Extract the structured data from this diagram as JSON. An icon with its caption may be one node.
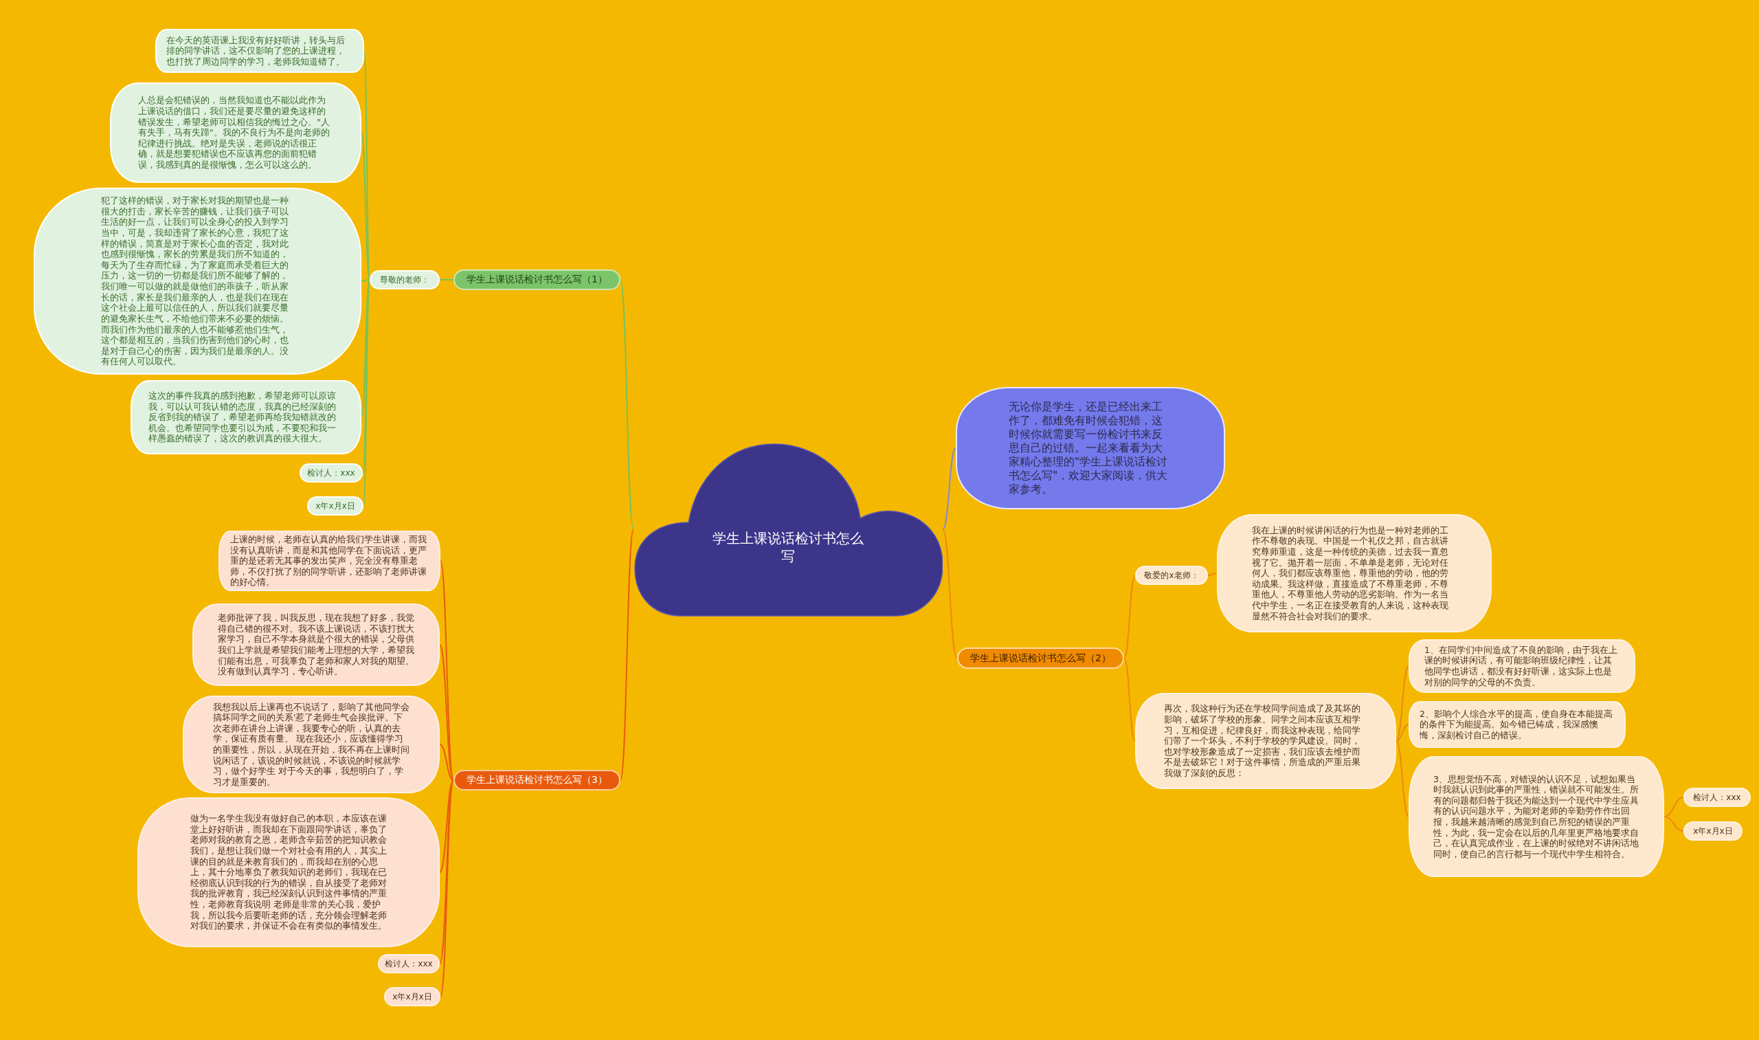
{
  "diagram": {
    "nodes": [
      {
        "text": [
          "学生上课说话检讨书怎么写"
        ]
      },
      {
        "text": [
          "无论你是学生，还是已经出来工作了，都难免有时候会犯错，这时候你就需要写一份检讨书来反思自己的过错。一起来看看为大家精心整理的\"学生上课说话检讨书怎么写\"，欢迎大家阅读，供大家参考。"
        ]
      },
      {
        "text": [
          "学生上课说话检讨书怎么写（1）"
        ]
      },
      {
        "text": [
          "尊敬的老师："
        ]
      },
      {
        "text": [
          "在今天的英语课上我没有好好听讲，转头与后排的同学讲话，这不仅影响了您的上课进程，也打扰了周边同学的学习，老师我知道错了。"
        ]
      },
      {
        "text": [
          "人总是会犯错误的，当然我知道也不能以此作为上课说话的借口，我们还是要尽量的避免这样的错误发生，希望老师可以相信我的悔过之心。\"人有失手，马有失蹄\"。我的不良行为不是向老师的纪律进行挑战。绝对是失误，老师说的话很正确，就是想要犯错误也不应该再您的面前犯错误，我感到真的是很惭愧，怎么可以这么的。"
        ]
      },
      {
        "text": [
          "犯了这样的错误，对于家长对我的期望也是一种很大的打击，家长辛苦的赚钱，让我们孩子可以生活的好一点，让我们可以全身心的投入到学习当中，可是，我却违背了家长的心意，我犯了这样的错误，简直是对于家长心血的否定，我对此也感到很惭愧，家长的劳累是我们所不知道的，每天为了生存而忙碌，为了家庭而承受着巨大的压力，这一切的一切都是我们所不能够了解的，我们唯一可以做的就是做他们的乖孩子，听从家长的话，家长是我们最亲的人，也是我们在现在这个社会上最可以信任的人，所以我们就要尽量的避免家长生气，不给他们带来不必要的烦恼。而我们作为他们最亲的人也不能够惹他们生气，这个都是相互的，当我们伤害到他们的心时，也是对于自己心的伤害，因为我们是最亲的人。没有任何人可以取代。"
        ]
      },
      {
        "text": [
          "这次的事件我真的感到抱歉，希望老师可以原谅我，可以认可我认错的态度，我真的已经深刻的反省到我的错误了，希望老师再给我知错就改的机会。也希望同学也要引以为戒，不要犯和我一样愚蠢的错误了，这次的教训真的很大很大。"
        ]
      },
      {
        "text": [
          "检讨人：xxx"
        ]
      },
      {
        "text": [
          "x年x月x日"
        ]
      },
      {
        "text": [
          "学生上课说话检讨书怎么写（2）"
        ]
      },
      {
        "text": [
          "敬爱的x老师："
        ]
      },
      {
        "text": [
          "我在上课的时候讲闲话的行为也是一种对老师的工作不尊敬的表现。中国是一个礼仪之邦，自古就讲究尊师重道，这是一种传统的美德，过去我一直忽视了它。抛开着一层面，不单单是老师，无论对任何人，我们都应该尊重他，尊重他的劳动，他的劳动成果。我这样做，直接造成了不尊重老师，不尊重他人，不尊重他人劳动的恶劣影响。作为一名当代中学生，一名正在接受教育的人来说，这种表现显然不符合社会对我们的要求。"
        ]
      },
      {
        "text": [
          "再次，我这种行为还在学校同学间造成了及其坏的影响，破坏了学校的形象。同学之间本应该互相学习，互相促进，纪律良好，而我这种表现，给同学们带了一个坏头，不利于学校的学风建设。同时，也对学校形象造成了一定损害，我们应该去维护而不是去破坏它！对于这件事情，所造成的严重后果我做了深刻的反思："
        ]
      },
      {
        "text": [
          "1、在同学们中间造成了不良的影响，由于我在上课的时候讲闲话，有可能影响班级纪律性，让其他同学也讲话，都没有好好听课，这实际上也是对别的同学的父母的不负责。"
        ]
      },
      {
        "text": [
          "2、影响个人综合水平的提高，使自身在本能提高的条件下为能提高。如今错已铸成，我深感懊悔，深刻检讨自己的错误。"
        ]
      },
      {
        "text": [
          "3、思想觉悟不高，对错误的认识不足，试想如果当时我就认识到此事的严重性，错误就不可能发生。所有的问题都归咎于我还为能达到一个现代中学生应具有的认识问题水平，为能对老师的辛勤劳作作出回报，我越来越清晰的感觉到自己所犯的错误的严重性，为此，我一定会在以后的几年里更严格地要求自己，在认真完成作业，在上课的时候绝对不讲闲话地同时，使自己的言行都与一个现代中学生相符合。"
        ]
      },
      {
        "text": [
          "检讨人：xxx"
        ]
      },
      {
        "text": [
          "x年x月x日"
        ]
      },
      {
        "text": [
          "学生上课说话检讨书怎么写（3）"
        ]
      },
      {
        "text": [
          "上课的时候，老师在认真的给我们学生讲课，而我没有认真听讲，而是和其他同学在下面说话，更严重的是还若无其事的发出笑声，完全没有尊重老师，不仅打扰了别的同学听讲，还影响了老师讲课的好心情。"
        ]
      },
      {
        "text": [
          "老师批评了我，叫我反思，现在我想了好多，我觉得自己错的很不对。我不该上课说话，不该打扰大家学习，自己不学本身就是个很大的错误，父母供我们上学就是希望我们能考上理想的大学，希望我们能有出息，可我辜负了老师和家人对我的期望。没有做到认真学习，专心听讲。"
        ]
      },
      {
        "text": [
          "我想我以后上课再也不说话了，影响了其他同学会搞坏同学之间的关系'惹了老师生气会挨批评。下次老师在讲台上讲课，我要专心的听，认真的去学，保证有质有量。 现在我还小，应该懂得学习的重要性，所以，从现在开始，我不再在上课时间说闲话了，该说的时候就说，不该说的时候就学习，做个好学生 对于今天的事，我想明白了，学习才是重要的。"
        ]
      },
      {
        "text": [
          "做为一名学生我没有做好自己的本职，本应该在课堂上好好听讲，而我却在下面跟同学讲话，辜负了老师对我的教育之恩，老师含辛茹苦的把知识教会我们，是想让我们做一个对社会有用的人，其实上课的目的就是来教育我们的，而我却在别的心思上，其十分地辜负了教我知识的老师们，我现在已经彻底认识到我的行为的错误，自从接受了老师对我的批评教育，我已经深刻认识到这件事情的严重性，老师教育我说明 老师是非常的关心我，爱护我，所以我今后要听老师的话，充分领会理解老师对我们的要求，并保证不会在有类似的事情发生。"
        ]
      },
      {
        "text": [
          "检讨人：xxx"
        ]
      },
      {
        "text": [
          "x年x月x日"
        ]
      }
    ],
    "edges": [
      {
        "from": 0,
        "to": 1,
        "arrow": "none",
        "color": "#8b87c9"
      },
      {
        "from": 0,
        "to": 2,
        "arrow": "none",
        "color": "#78c25a"
      },
      {
        "from": 2,
        "to": 3,
        "arrow": "none",
        "color": "#78c25a"
      },
      {
        "from": 3,
        "to": 4,
        "arrow": "none",
        "color": "#78c25a"
      },
      {
        "from": 3,
        "to": 5,
        "arrow": "none",
        "color": "#78c25a"
      },
      {
        "from": 3,
        "to": 6,
        "arrow": "none",
        "color": "#78c25a"
      },
      {
        "from": 3,
        "to": 7,
        "arrow": "none",
        "color": "#78c25a"
      },
      {
        "from": 3,
        "to": 8,
        "arrow": "none",
        "color": "#78c25a"
      },
      {
        "from": 3,
        "to": 9,
        "arrow": "none",
        "color": "#78c25a"
      },
      {
        "from": 0,
        "to": 10,
        "arrow": "none",
        "color": "#ec8a12"
      },
      {
        "from": 10,
        "to": 11,
        "arrow": "none",
        "color": "#ec8a12"
      },
      {
        "from": 10,
        "to": 13,
        "arrow": "none",
        "color": "#ec8a12"
      },
      {
        "from": 11,
        "to": 12,
        "arrow": "none",
        "color": "#ec8a12"
      },
      {
        "from": 13,
        "to": 14,
        "arrow": "none",
        "color": "#ec8a12"
      },
      {
        "from": 13,
        "to": 15,
        "arrow": "none",
        "color": "#ec8a12"
      },
      {
        "from": 13,
        "to": 16,
        "arrow": "none",
        "color": "#ec8a12"
      },
      {
        "from": 16,
        "to": 17,
        "arrow": "none",
        "color": "#ec8a12"
      },
      {
        "from": 16,
        "to": 18,
        "arrow": "none",
        "color": "#ec8a12"
      },
      {
        "from": 0,
        "to": 19,
        "arrow": "none",
        "color": "#e85d0e"
      },
      {
        "from": 19,
        "to": 20,
        "arrow": "none",
        "color": "#e85d0e"
      },
      {
        "from": 19,
        "to": 21,
        "arrow": "none",
        "color": "#e85d0e"
      },
      {
        "from": 19,
        "to": 22,
        "arrow": "none",
        "color": "#e85d0e"
      },
      {
        "from": 19,
        "to": 23,
        "arrow": "none",
        "color": "#e85d0e"
      },
      {
        "from": 19,
        "to": 24,
        "arrow": "none",
        "color": "#e85d0e"
      },
      {
        "from": 19,
        "to": 25,
        "arrow": "none",
        "color": "#e85d0e"
      }
    ]
  }
}
